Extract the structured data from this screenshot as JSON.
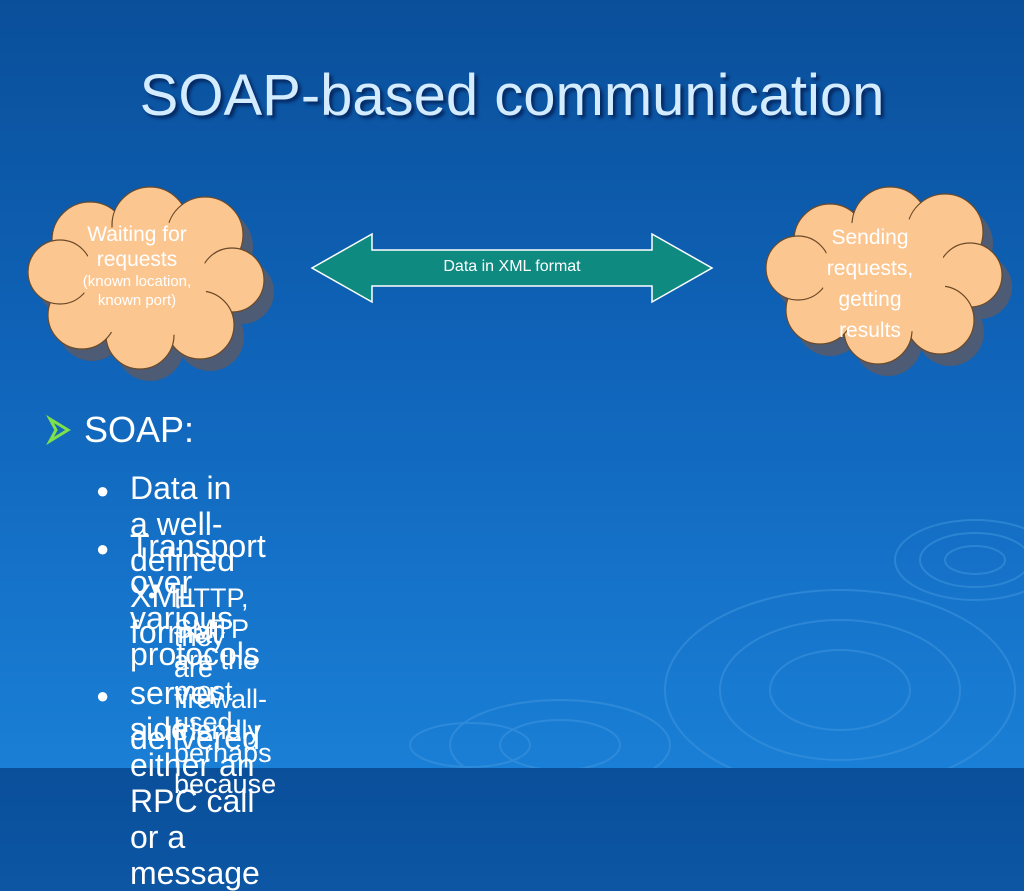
{
  "title": "SOAP-based communication",
  "diagram": {
    "left_cloud": {
      "line1": "Waiting for",
      "line2": "requests",
      "small1": "(known location,",
      "small2": "known port)"
    },
    "arrow_label": "Data in XML format",
    "right_cloud": {
      "line1": "Sending",
      "line2": "requests,",
      "line3": "getting",
      "line4": "results"
    }
  },
  "bullets": {
    "l1_label": "SOAP:",
    "items": [
      "Data in a well-defined XML format",
      "Transport over various protocols",
      "server side: either an RPC call or a message"
    ],
    "item3_cont": "delivered",
    "sub_item_line1": "HTTP, SMTP are the most used, perhaps because",
    "sub_item_line2": "they are firewall-friendly"
  },
  "colors": {
    "background": "#0f63b8",
    "title": "#d3ecff",
    "cloud_fill": "#fcc690",
    "arrow_fill": "#0f8a80",
    "bullet_arrow": "#7fe04a"
  }
}
